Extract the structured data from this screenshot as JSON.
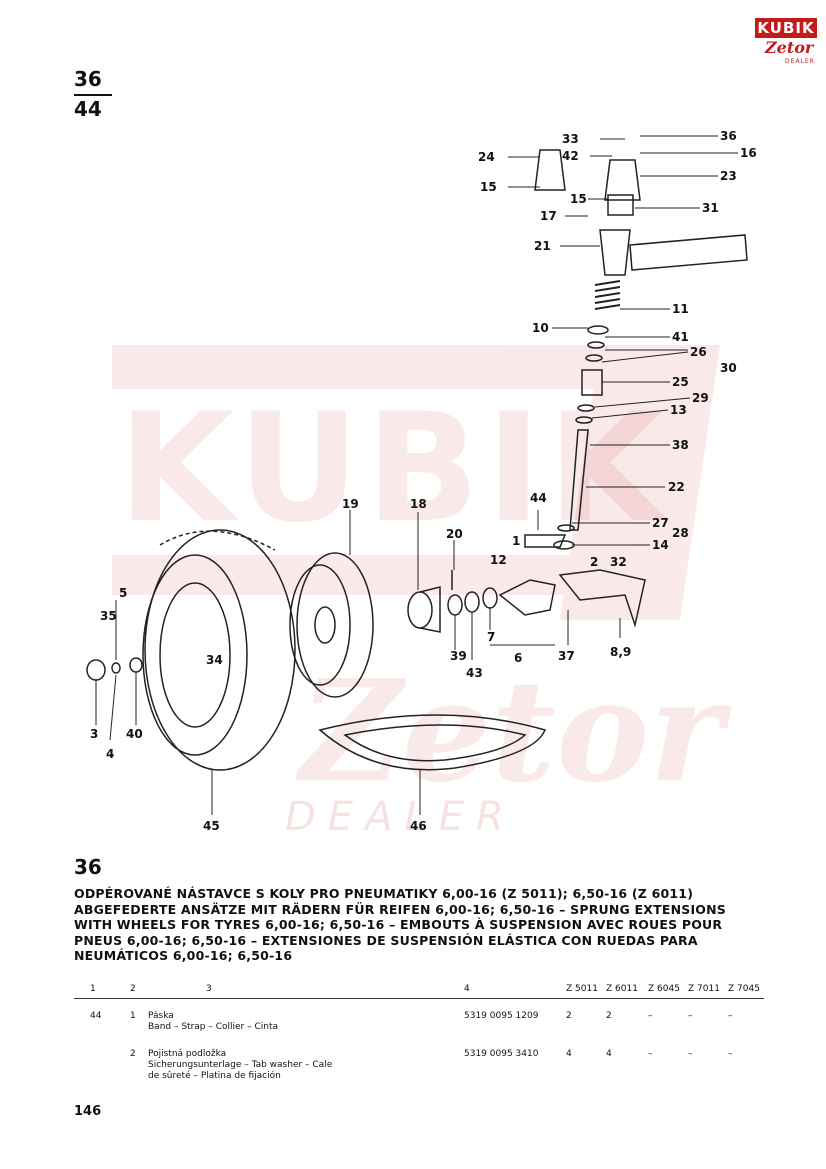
{
  "logo": {
    "brand": "KUBIK",
    "sub": "Zetor",
    "tag": "DEALER"
  },
  "page_ref": {
    "top": "36",
    "bottom": "44"
  },
  "watermark": {
    "line1": "KUBIK",
    "line2": "Zetor",
    "line3": "DEALER"
  },
  "callouts": [
    "33",
    "36",
    "42",
    "16",
    "24",
    "23",
    "15",
    "15",
    "31",
    "17",
    "21",
    "11",
    "10",
    "41",
    "26",
    "30",
    "25",
    "29",
    "13",
    "38",
    "22",
    "44",
    "27",
    "28",
    "1",
    "14",
    "12",
    "2",
    "32",
    "19",
    "18",
    "20",
    "5",
    "35",
    "39",
    "43",
    "7",
    "6",
    "37",
    "8,9",
    "34",
    "3",
    "4",
    "40",
    "45",
    "46"
  ],
  "section": {
    "number": "36",
    "title_lines": [
      "ODPÉROVANÉ NÁSTAVCE S KOLY PRO PNEUMATIKY 6,00-16 (Z 5011); 6,50-16 (Z 6011)",
      "ABGEFEDERTE ANSÄTZE MIT RÄDERN FÜR REIFEN 6,00-16; 6,50-16 – SPRUNG EXTENSIONS",
      "WITH WHEELS FOR TYRES 6,00-16; 6,50-16 – EMBOUTS À SUSPENSION AVEC ROUES POUR",
      "PNEUS 6,00-16; 6,50-16 – EXTENSIONES DE SUSPENSIÓN ELÁSTICA CON RUEDAS PARA",
      "NEUMÁTICOS 6,00-16; 6,50-16"
    ]
  },
  "table": {
    "headers": [
      "1",
      "2",
      "3",
      "4",
      "Z 5011",
      "Z 6011",
      "Z 6045",
      "Z 7011",
      "Z 7045"
    ],
    "rows": [
      {
        "ref": "44",
        "qty": "1",
        "desc": [
          "Páska",
          "Band – Strap – Collier – Cinta"
        ],
        "part": "5319 0095 1209",
        "v": [
          "2",
          "2",
          "–",
          "–",
          "–"
        ]
      },
      {
        "ref": "",
        "qty": "2",
        "desc": [
          "Pojistná podložka",
          "Sicherungsunterlage – Tab washer – Cale",
          "de sûreté – Platina de fijación"
        ],
        "part": "5319 0095 3410",
        "v": [
          "4",
          "4",
          "–",
          "–",
          "–"
        ]
      }
    ]
  },
  "page_number": "146"
}
